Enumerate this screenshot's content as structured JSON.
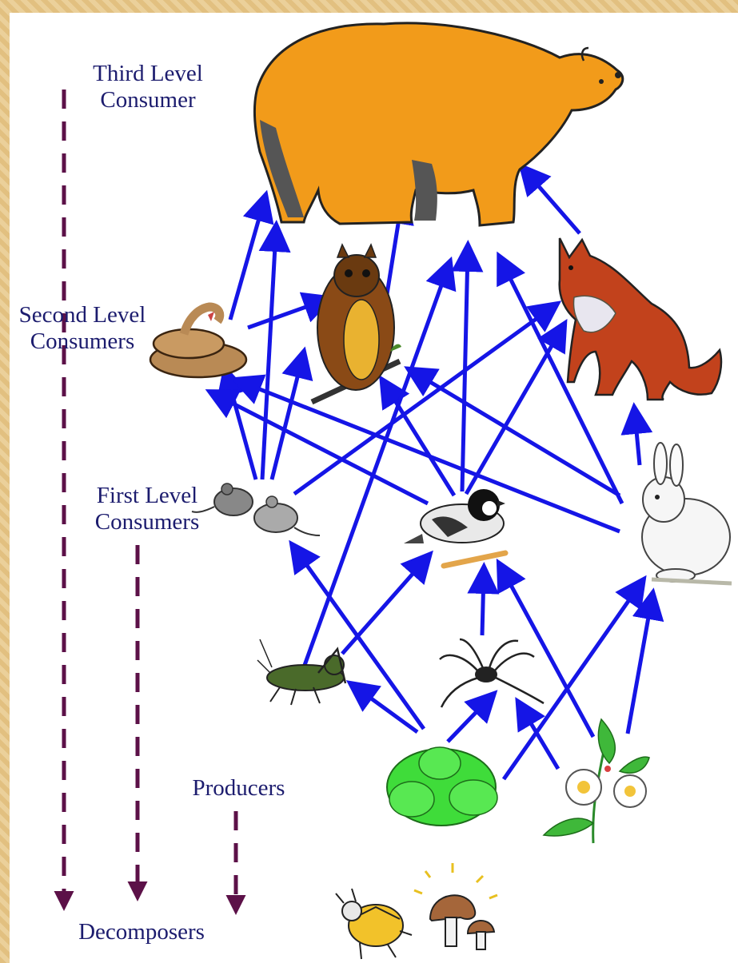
{
  "labels": {
    "third_level": "Third Level\nConsumer",
    "second_level": "Second  Level\nConsumers",
    "first_level": "First Level\nConsumers",
    "producers": "Producers",
    "decomposers": "Decomposers"
  },
  "organisms": {
    "third_level": [
      "bear"
    ],
    "second_level": [
      "snake",
      "owl",
      "fox"
    ],
    "first_level": [
      "mouse",
      "bird",
      "rabbit",
      "grasshopper",
      "spider"
    ],
    "producers": [
      "plant",
      "flowers"
    ],
    "decomposers": [
      "beetle",
      "mushroom"
    ]
  },
  "colors": {
    "arrow": "#1515e6",
    "dashed_arrow": "#5c1148",
    "label_text": "#1c1c6e",
    "bear": "#f29b1a",
    "fox": "#c2421c",
    "owl": "#8a4a16",
    "snake": "#b98a55",
    "plant": "#3fdc3a",
    "background": "#e7c78c"
  }
}
